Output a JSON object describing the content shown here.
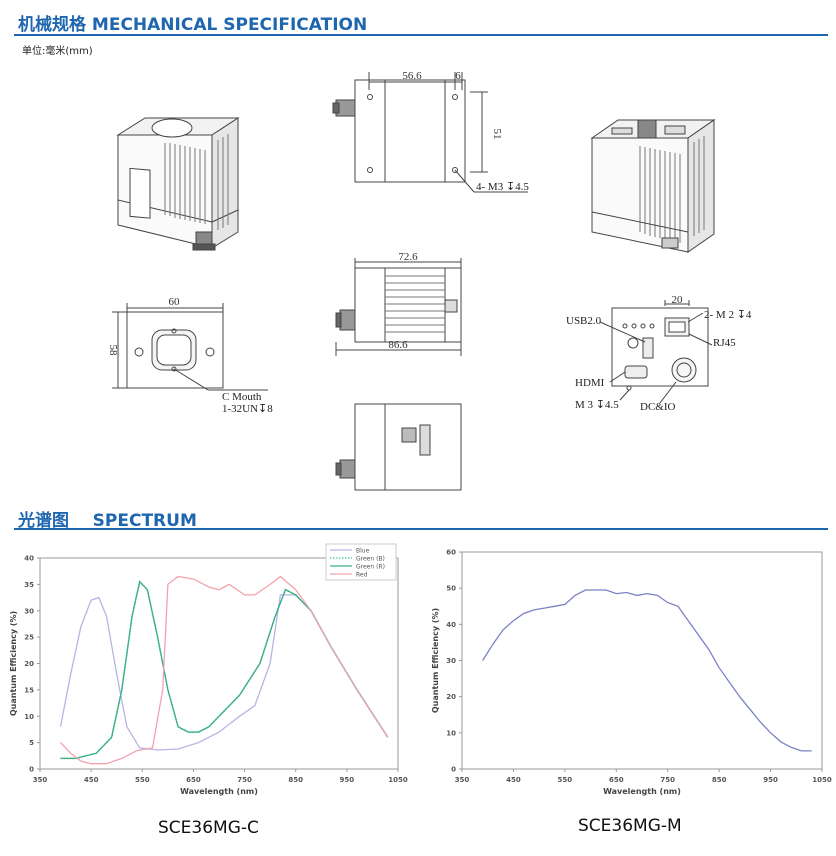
{
  "mechanical": {
    "title": "机械规格 MECHANICAL SPECIFICATION",
    "unit_note": "单位:毫米(mm)",
    "dims": {
      "top_width": "56.6",
      "top_side": "6",
      "top_height": "51",
      "holes_top": "4- M3 ↧4.5",
      "side_width": "72.6",
      "side_total": "86.6",
      "front_width": "60",
      "front_height": "58",
      "back_width": "20"
    },
    "labels": {
      "c_mouth_1": "C Mouth",
      "c_mouth_2": "1-32UN↧8",
      "usb": "USB2.0",
      "m2": "2- M 2 ↧4",
      "rj45": "RJ45",
      "hdmi": "HDMI",
      "m3": "M 3 ↧4.5",
      "dcio": "DC&IO"
    }
  },
  "spectrum": {
    "title": "光谱图    SPECTRUM"
  },
  "chart_data": [
    {
      "type": "line",
      "name": "SCE36MG-C",
      "xlabel": "Wavelength (nm)",
      "ylabel": "Quantum Efficiency (%)",
      "xlim": [
        350,
        1050
      ],
      "ylim": [
        0,
        40
      ],
      "xticks": [
        350,
        450,
        550,
        650,
        750,
        850,
        950,
        1050
      ],
      "yticks": [
        0,
        5,
        10,
        15,
        20,
        25,
        30,
        35,
        40
      ],
      "legend_position": "top-right",
      "grid": false,
      "series": [
        {
          "name": "Blue",
          "color": "#b9b3e6",
          "style": "solid",
          "x": [
            390,
            410,
            430,
            450,
            465,
            480,
            500,
            520,
            545,
            580,
            620,
            660,
            700,
            740,
            770,
            800,
            820,
            850,
            880,
            920,
            970,
            1030
          ],
          "y": [
            8,
            18,
            27,
            32,
            32.5,
            29,
            18,
            8,
            4,
            3.6,
            3.8,
            5,
            7,
            10,
            12,
            20,
            33,
            33,
            30,
            23,
            15,
            6
          ]
        },
        {
          "name": "Green (B)",
          "color": "#47c09b",
          "style": "dotted",
          "x": [
            390,
            420,
            460,
            490,
            510,
            530,
            545,
            560,
            580,
            600,
            620,
            640,
            660,
            680,
            700,
            740,
            780,
            810,
            830,
            850,
            880,
            920,
            970,
            1030
          ],
          "y": [
            2,
            2,
            3,
            6,
            15,
            29,
            35.5,
            34,
            25,
            15,
            8,
            7,
            7,
            8,
            10,
            14,
            20,
            29,
            34,
            33,
            30,
            23,
            15,
            6
          ]
        },
        {
          "name": "Green (R)",
          "color": "#3caf89",
          "style": "solid",
          "x": [
            390,
            420,
            460,
            490,
            510,
            530,
            545,
            560,
            580,
            600,
            620,
            640,
            660,
            680,
            700,
            740,
            780,
            810,
            830,
            850,
            880,
            920,
            970,
            1030
          ],
          "y": [
            2,
            2,
            3,
            6,
            15,
            29,
            35.5,
            34,
            25,
            15,
            8,
            7,
            7,
            8,
            10,
            14,
            20,
            29,
            34,
            33,
            30,
            23,
            15,
            6
          ]
        },
        {
          "name": "Red",
          "color": "#f0a3ae",
          "style": "solid",
          "x": [
            390,
            410,
            430,
            450,
            480,
            510,
            540,
            570,
            590,
            600,
            620,
            650,
            680,
            700,
            720,
            750,
            770,
            800,
            820,
            850,
            880,
            920,
            970,
            1030
          ],
          "y": [
            5,
            3,
            1.5,
            1,
            1,
            2,
            3.5,
            4,
            15,
            35,
            36.5,
            36,
            34.5,
            34,
            35,
            33,
            33,
            35,
            36.5,
            34,
            30,
            23,
            15,
            6
          ]
        }
      ]
    },
    {
      "type": "line",
      "name": "SCE36MG-M",
      "xlabel": "Wavelength (nm)",
      "ylabel": "Quantum Efficiency (%)",
      "xlim": [
        350,
        1050
      ],
      "ylim": [
        0,
        60
      ],
      "xticks": [
        350,
        450,
        550,
        650,
        750,
        850,
        950,
        1050
      ],
      "yticks": [
        0,
        10,
        20,
        30,
        40,
        50,
        60
      ],
      "grid": false,
      "series": [
        {
          "color": "#7b82c4",
          "x": [
            390,
            410,
            430,
            450,
            470,
            490,
            510,
            530,
            550,
            570,
            590,
            610,
            630,
            650,
            670,
            690,
            710,
            730,
            750,
            770,
            790,
            810,
            830,
            850,
            870,
            890,
            910,
            930,
            950,
            970,
            990,
            1010,
            1030
          ],
          "y": [
            30,
            34.5,
            38.5,
            41,
            43,
            44,
            44.5,
            45,
            45.5,
            48,
            49.5,
            49.5,
            49.5,
            48.5,
            48.8,
            48,
            48.5,
            48,
            46,
            45,
            41,
            37,
            33,
            28,
            24,
            20,
            16.5,
            13,
            10,
            7.5,
            6,
            5,
            5
          ]
        }
      ]
    }
  ],
  "chart_captions": [
    "SCE36MG-C",
    "SCE36MG-M"
  ]
}
